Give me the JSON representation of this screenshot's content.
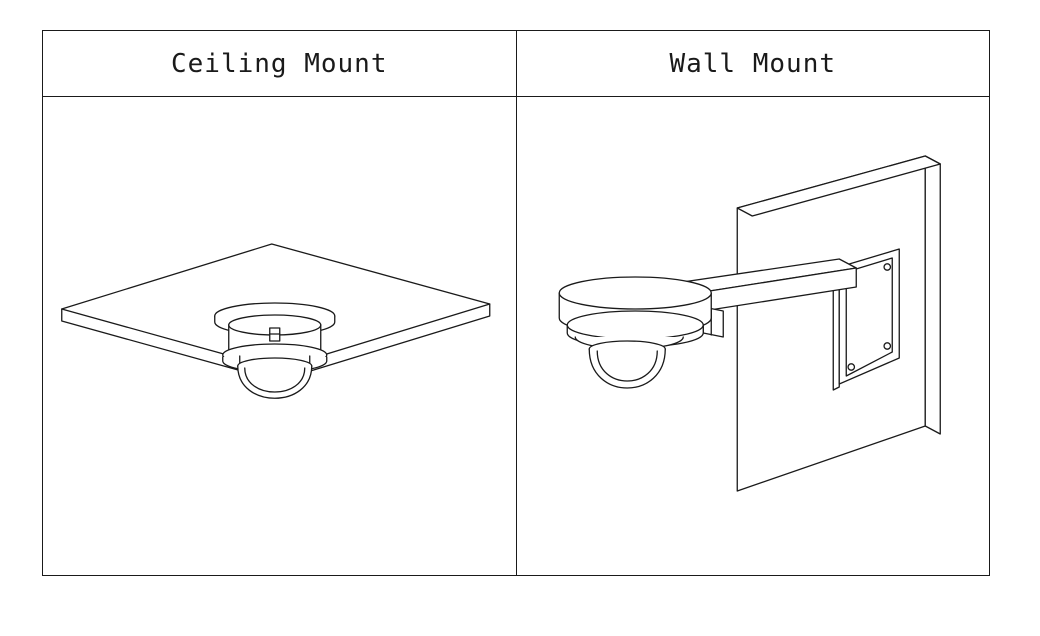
{
  "figure": {
    "panels": [
      {
        "label": "Ceiling Mount",
        "diagram": "ceiling-mount-dome-camera-line-drawing"
      },
      {
        "label": "Wall Mount",
        "diagram": "wall-mount-dome-camera-line-drawing"
      }
    ]
  },
  "colors": {
    "line": "#1a1a1a",
    "background": "#ffffff"
  }
}
